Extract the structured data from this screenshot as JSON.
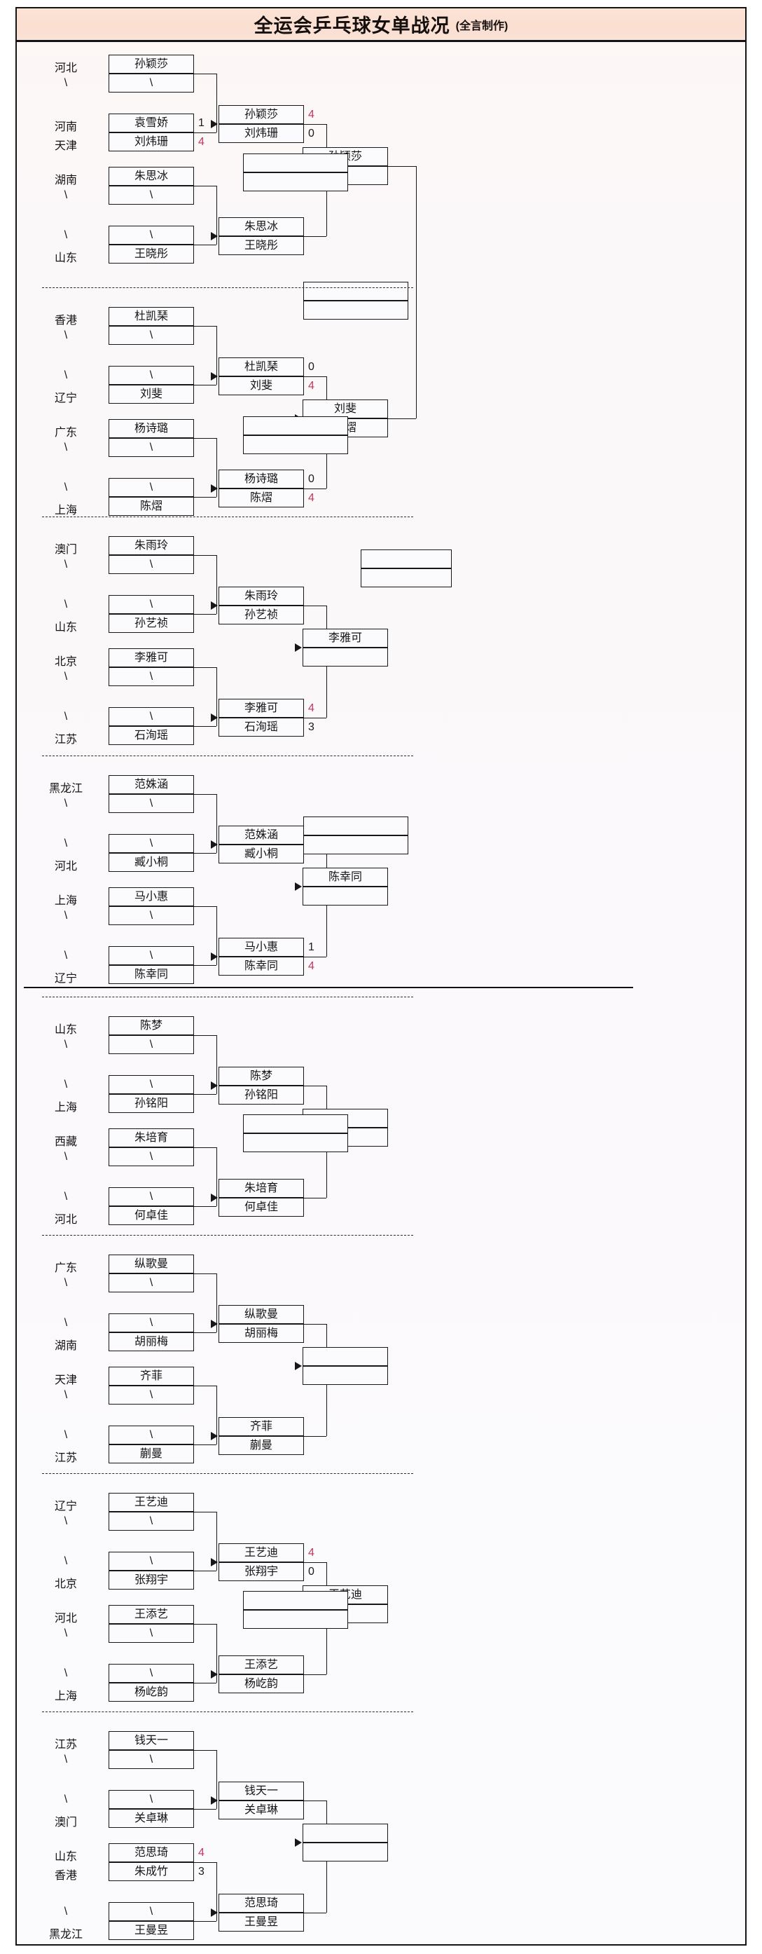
{
  "title": {
    "main": "全运会乒乓球女单战况",
    "sub": "(全言制作)"
  },
  "labels": {
    "bye": "\\",
    "blank": ""
  },
  "quarters": [
    {
      "id": "q1",
      "groups": [
        {
          "matches": [
            {
              "slots": [
                {
                  "province": "河北",
                  "player": "孙颖莎",
                  "score": ""
                },
                {
                  "province": "\\",
                  "player": "\\",
                  "score": ""
                }
              ]
            },
            {
              "slots": [
                {
                  "province": "河南",
                  "player": "袁雪娇",
                  "score": "1"
                },
                {
                  "province": "天津",
                  "player": "刘炜珊",
                  "score": "4"
                }
              ]
            }
          ],
          "r2": {
            "slots": [
              {
                "player": "孙颖莎",
                "score": "4"
              },
              {
                "player": "刘炜珊",
                "score": "0"
              }
            ]
          }
        },
        {
          "matches": [
            {
              "slots": [
                {
                  "province": "湖南",
                  "player": "朱思冰",
                  "score": ""
                },
                {
                  "province": "\\",
                  "player": "\\",
                  "score": ""
                }
              ]
            },
            {
              "slots": [
                {
                  "province": "\\",
                  "player": "\\",
                  "score": ""
                },
                {
                  "province": "山东",
                  "player": "王晓彤",
                  "score": ""
                }
              ]
            }
          ],
          "r2": {
            "slots": [
              {
                "player": "朱思冰",
                "score": ""
              },
              {
                "player": "王晓彤",
                "score": ""
              }
            ]
          }
        }
      ],
      "r3": {
        "slots": [
          {
            "player": "孙颖莎",
            "score": ""
          },
          {
            "player": "",
            "score": ""
          }
        ]
      }
    },
    {
      "id": "q2",
      "groups": [
        {
          "matches": [
            {
              "slots": [
                {
                  "province": "香港",
                  "player": "杜凯琹",
                  "score": ""
                },
                {
                  "province": "\\",
                  "player": "\\",
                  "score": ""
                }
              ]
            },
            {
              "slots": [
                {
                  "province": "\\",
                  "player": "\\",
                  "score": ""
                },
                {
                  "province": "辽宁",
                  "player": "刘斐",
                  "score": ""
                }
              ]
            }
          ],
          "r2": {
            "slots": [
              {
                "player": "杜凯琹",
                "score": "0"
              },
              {
                "player": "刘斐",
                "score": "4"
              }
            ]
          }
        },
        {
          "matches": [
            {
              "slots": [
                {
                  "province": "广东",
                  "player": "杨诗璐",
                  "score": ""
                },
                {
                  "province": "\\",
                  "player": "\\",
                  "score": ""
                }
              ]
            },
            {
              "slots": [
                {
                  "province": "\\",
                  "player": "\\",
                  "score": ""
                },
                {
                  "province": "上海",
                  "player": "陈熠",
                  "score": ""
                }
              ]
            }
          ],
          "r2": {
            "slots": [
              {
                "player": "杨诗璐",
                "score": "0"
              },
              {
                "player": "陈熠",
                "score": "4"
              }
            ]
          }
        }
      ],
      "r3": {
        "slots": [
          {
            "player": "刘斐",
            "score": ""
          },
          {
            "player": "陈熠",
            "score": ""
          }
        ]
      }
    },
    {
      "id": "q3",
      "groups": [
        {
          "matches": [
            {
              "slots": [
                {
                  "province": "澳门",
                  "player": "朱雨玲",
                  "score": ""
                },
                {
                  "province": "\\",
                  "player": "\\",
                  "score": ""
                }
              ]
            },
            {
              "slots": [
                {
                  "province": "\\",
                  "player": "\\",
                  "score": ""
                },
                {
                  "province": "山东",
                  "player": "孙艺祯",
                  "score": ""
                }
              ]
            }
          ],
          "r2": {
            "slots": [
              {
                "player": "朱雨玲",
                "score": ""
              },
              {
                "player": "孙艺祯",
                "score": ""
              }
            ]
          }
        },
        {
          "matches": [
            {
              "slots": [
                {
                  "province": "北京",
                  "player": "李雅可",
                  "score": ""
                },
                {
                  "province": "\\",
                  "player": "\\",
                  "score": ""
                }
              ]
            },
            {
              "slots": [
                {
                  "province": "\\",
                  "player": "\\",
                  "score": ""
                },
                {
                  "province": "江苏",
                  "player": "石洵瑶",
                  "score": ""
                }
              ]
            }
          ],
          "r2": {
            "slots": [
              {
                "player": "李雅可",
                "score": "4"
              },
              {
                "player": "石洵瑶",
                "score": "3"
              }
            ]
          }
        }
      ],
      "r3": {
        "slots": [
          {
            "player": "李雅可",
            "score": ""
          },
          {
            "player": "",
            "score": ""
          }
        ]
      }
    },
    {
      "id": "q4",
      "groups": [
        {
          "matches": [
            {
              "slots": [
                {
                  "province": "黑龙江",
                  "player": "范姝涵",
                  "score": ""
                },
                {
                  "province": "\\",
                  "player": "\\",
                  "score": ""
                }
              ]
            },
            {
              "slots": [
                {
                  "province": "\\",
                  "player": "\\",
                  "score": ""
                },
                {
                  "province": "河北",
                  "player": "臧小桐",
                  "score": ""
                }
              ]
            }
          ],
          "r2": {
            "slots": [
              {
                "player": "范姝涵",
                "score": ""
              },
              {
                "player": "臧小桐",
                "score": ""
              }
            ]
          }
        },
        {
          "matches": [
            {
              "slots": [
                {
                  "province": "上海",
                  "player": "马小惠",
                  "score": ""
                },
                {
                  "province": "\\",
                  "player": "\\",
                  "score": ""
                }
              ]
            },
            {
              "slots": [
                {
                  "province": "\\",
                  "player": "\\",
                  "score": ""
                },
                {
                  "province": "辽宁",
                  "player": "陈幸同",
                  "score": ""
                }
              ]
            }
          ],
          "r2": {
            "slots": [
              {
                "player": "马小惠",
                "score": "1"
              },
              {
                "player": "陈幸同",
                "score": "4"
              }
            ]
          }
        }
      ],
      "r3": {
        "slots": [
          {
            "player": "陈幸同",
            "score": ""
          },
          {
            "player": "",
            "score": ""
          }
        ]
      }
    },
    {
      "id": "q5",
      "groups": [
        {
          "matches": [
            {
              "slots": [
                {
                  "province": "山东",
                  "player": "陈梦",
                  "score": ""
                },
                {
                  "province": "\\",
                  "player": "\\",
                  "score": ""
                }
              ]
            },
            {
              "slots": [
                {
                  "province": "\\",
                  "player": "\\",
                  "score": ""
                },
                {
                  "province": "上海",
                  "player": "孙铭阳",
                  "score": ""
                }
              ]
            }
          ],
          "r2": {
            "slots": [
              {
                "player": "陈梦",
                "score": ""
              },
              {
                "player": "孙铭阳",
                "score": ""
              }
            ]
          }
        },
        {
          "matches": [
            {
              "slots": [
                {
                  "province": "西藏",
                  "player": "朱培育",
                  "score": ""
                },
                {
                  "province": "\\",
                  "player": "\\",
                  "score": ""
                }
              ]
            },
            {
              "slots": [
                {
                  "province": "\\",
                  "player": "\\",
                  "score": ""
                },
                {
                  "province": "河北",
                  "player": "何卓佳",
                  "score": ""
                }
              ]
            }
          ],
          "r2": {
            "slots": [
              {
                "player": "朱培育",
                "score": ""
              },
              {
                "player": "何卓佳",
                "score": ""
              }
            ]
          }
        }
      ],
      "r3": {
        "slots": [
          {
            "player": "",
            "score": ""
          },
          {
            "player": "",
            "score": ""
          }
        ]
      }
    },
    {
      "id": "q6",
      "groups": [
        {
          "matches": [
            {
              "slots": [
                {
                  "province": "广东",
                  "player": "纵歌曼",
                  "score": ""
                },
                {
                  "province": "\\",
                  "player": "\\",
                  "score": ""
                }
              ]
            },
            {
              "slots": [
                {
                  "province": "\\",
                  "player": "\\",
                  "score": ""
                },
                {
                  "province": "湖南",
                  "player": "胡丽梅",
                  "score": ""
                }
              ]
            }
          ],
          "r2": {
            "slots": [
              {
                "player": "纵歌曼",
                "score": ""
              },
              {
                "player": "胡丽梅",
                "score": ""
              }
            ]
          }
        },
        {
          "matches": [
            {
              "slots": [
                {
                  "province": "天津",
                  "player": "齐菲",
                  "score": ""
                },
                {
                  "province": "\\",
                  "player": "\\",
                  "score": ""
                }
              ]
            },
            {
              "slots": [
                {
                  "province": "\\",
                  "player": "\\",
                  "score": ""
                },
                {
                  "province": "江苏",
                  "player": "蒯曼",
                  "score": ""
                }
              ]
            }
          ],
          "r2": {
            "slots": [
              {
                "player": "齐菲",
                "score": ""
              },
              {
                "player": "蒯曼",
                "score": ""
              }
            ]
          }
        }
      ],
      "r3": {
        "slots": [
          {
            "player": "",
            "score": ""
          },
          {
            "player": "",
            "score": ""
          }
        ]
      }
    },
    {
      "id": "q7",
      "groups": [
        {
          "matches": [
            {
              "slots": [
                {
                  "province": "辽宁",
                  "player": "王艺迪",
                  "score": ""
                },
                {
                  "province": "\\",
                  "player": "\\",
                  "score": ""
                }
              ]
            },
            {
              "slots": [
                {
                  "province": "\\",
                  "player": "\\",
                  "score": ""
                },
                {
                  "province": "北京",
                  "player": "张翔宇",
                  "score": ""
                }
              ]
            }
          ],
          "r2": {
            "slots": [
              {
                "player": "王艺迪",
                "score": "4"
              },
              {
                "player": "张翔宇",
                "score": "0"
              }
            ]
          }
        },
        {
          "matches": [
            {
              "slots": [
                {
                  "province": "河北",
                  "player": "王添艺",
                  "score": ""
                },
                {
                  "province": "\\",
                  "player": "\\",
                  "score": ""
                }
              ]
            },
            {
              "slots": [
                {
                  "province": "\\",
                  "player": "\\",
                  "score": ""
                },
                {
                  "province": "上海",
                  "player": "杨屹韵",
                  "score": ""
                }
              ]
            }
          ],
          "r2": {
            "slots": [
              {
                "player": "王添艺",
                "score": ""
              },
              {
                "player": "杨屹韵",
                "score": ""
              }
            ]
          }
        }
      ],
      "r3": {
        "slots": [
          {
            "player": "王艺迪",
            "score": ""
          },
          {
            "player": "",
            "score": ""
          }
        ]
      }
    },
    {
      "id": "q8",
      "groups": [
        {
          "matches": [
            {
              "slots": [
                {
                  "province": "江苏",
                  "player": "钱天一",
                  "score": ""
                },
                {
                  "province": "\\",
                  "player": "\\",
                  "score": ""
                }
              ]
            },
            {
              "slots": [
                {
                  "province": "\\",
                  "player": "\\",
                  "score": ""
                },
                {
                  "province": "澳门",
                  "player": "关卓琳",
                  "score": ""
                }
              ]
            }
          ],
          "r2": {
            "slots": [
              {
                "player": "钱天一",
                "score": ""
              },
              {
                "player": "关卓琳",
                "score": ""
              }
            ]
          }
        },
        {
          "matches": [
            {
              "slots": [
                {
                  "province": "山东",
                  "player": "范思琦",
                  "score": "4"
                },
                {
                  "province": "香港",
                  "player": "朱成竹",
                  "score": "3"
                }
              ]
            },
            {
              "slots": [
                {
                  "province": "\\",
                  "player": "\\",
                  "score": ""
                },
                {
                  "province": "黑龙江",
                  "player": "王曼昱",
                  "score": ""
                }
              ]
            }
          ],
          "r2": {
            "slots": [
              {
                "player": "范思琦",
                "score": ""
              },
              {
                "player": "王曼昱",
                "score": ""
              }
            ]
          }
        }
      ],
      "r3": {
        "slots": [
          {
            "player": "",
            "score": ""
          },
          {
            "player": "",
            "score": ""
          }
        ]
      }
    }
  ],
  "semis": [
    {
      "id": "sf1",
      "slots": [
        {
          "player": "",
          "score": ""
        },
        {
          "player": "",
          "score": ""
        }
      ]
    },
    {
      "id": "sf2",
      "slots": [
        {
          "player": "",
          "score": ""
        },
        {
          "player": "",
          "score": ""
        }
      ]
    }
  ],
  "final": {
    "id": "final",
    "slots": [
      {
        "player": "",
        "score": ""
      },
      {
        "player": "",
        "score": ""
      }
    ]
  }
}
